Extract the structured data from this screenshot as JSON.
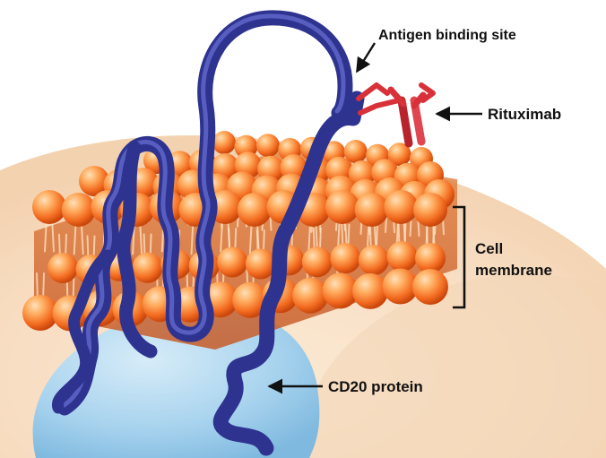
{
  "labels": {
    "antigen_binding_site": "Antigen binding site",
    "rituximab": "Rituximab",
    "cell_membrane_line1": "Cell",
    "cell_membrane_line2": "membrane",
    "cd20_protein": "CD20 protein"
  },
  "colors": {
    "protein": "#3a3fa6",
    "protein_highlight": "#6f74d6",
    "antibody": "#d8313a",
    "lipid_head": "#ff7a28",
    "lipid_head_light": "#ffd2a8",
    "cell_body": "#f9e6cf",
    "nucleus": "#a9d4ee",
    "text": "#111111"
  },
  "icons": {
    "antibody": "y-shaped-antibody-icon",
    "arrow": "arrow-icon"
  }
}
